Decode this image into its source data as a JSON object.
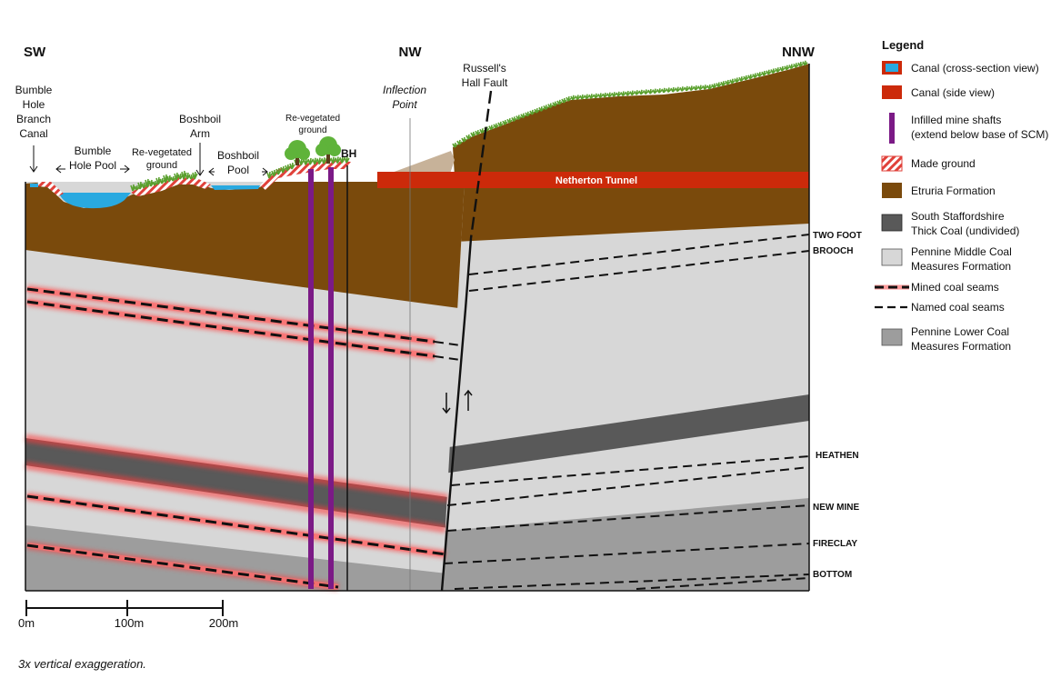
{
  "directions": {
    "sw": "SW",
    "nw": "NW",
    "nnw": "NNW"
  },
  "labels": {
    "bumble_canal": [
      "Bumble",
      "Hole",
      "Branch",
      "Canal"
    ],
    "bumble_pool": [
      "Bumble",
      "Hole Pool"
    ],
    "reveg_left": [
      "Re-vegetated",
      "ground"
    ],
    "boshboil_arm": [
      "Boshboil",
      "Arm"
    ],
    "boshboil_pool": [
      "Boshboil",
      "Pool"
    ],
    "reveg_top": [
      "Re-vegetated",
      "ground"
    ],
    "bh": "BH",
    "inflection": [
      "Inflection",
      "Point"
    ],
    "fault": [
      "Russell's",
      "Hall Fault"
    ],
    "tunnel": "Netherton Tunnel"
  },
  "seams": {
    "two_foot": "TWO FOOT",
    "brooch": "BROOCH",
    "heathen": "HEATHEN",
    "new_mine": "NEW MINE",
    "fireclay": "FIRECLAY",
    "bottom": "BOTTOM"
  },
  "legend": {
    "title": "Legend",
    "items": [
      {
        "lines": [
          "Canal (cross-section view)"
        ]
      },
      {
        "lines": [
          "Canal (side view)"
        ]
      },
      {
        "lines": [
          "Infilled mine shafts",
          "(extend below base of SCM)"
        ]
      },
      {
        "lines": [
          "Made ground"
        ]
      },
      {
        "lines": [
          "Etruria Formation"
        ]
      },
      {
        "lines": [
          "South Staffordshire",
          "Thick Coal (undivided)"
        ]
      },
      {
        "lines": [
          "Pennine Middle Coal",
          "Measures Formation"
        ]
      },
      {
        "lines": [
          "Mined coal seams"
        ]
      },
      {
        "lines": [
          "Named coal seams"
        ]
      },
      {
        "lines": [
          "Pennine Lower Coal",
          "Measures Formation"
        ]
      }
    ]
  },
  "scale": {
    "ticks": [
      "0m",
      "100m",
      "200m"
    ]
  },
  "note": "3x vertical exaggeration.",
  "colors": {
    "etruria": "#7a4a0c",
    "pmcm": "#d7d7d7",
    "plcm": "#9d9d9d",
    "thick_coal": "#595959",
    "canal_water": "#29a9e0",
    "canal_side": "#cc2a0a",
    "shaft": "#7b1a86",
    "grass": "#5aa02e",
    "mined_glow": "#ff3b3b"
  }
}
